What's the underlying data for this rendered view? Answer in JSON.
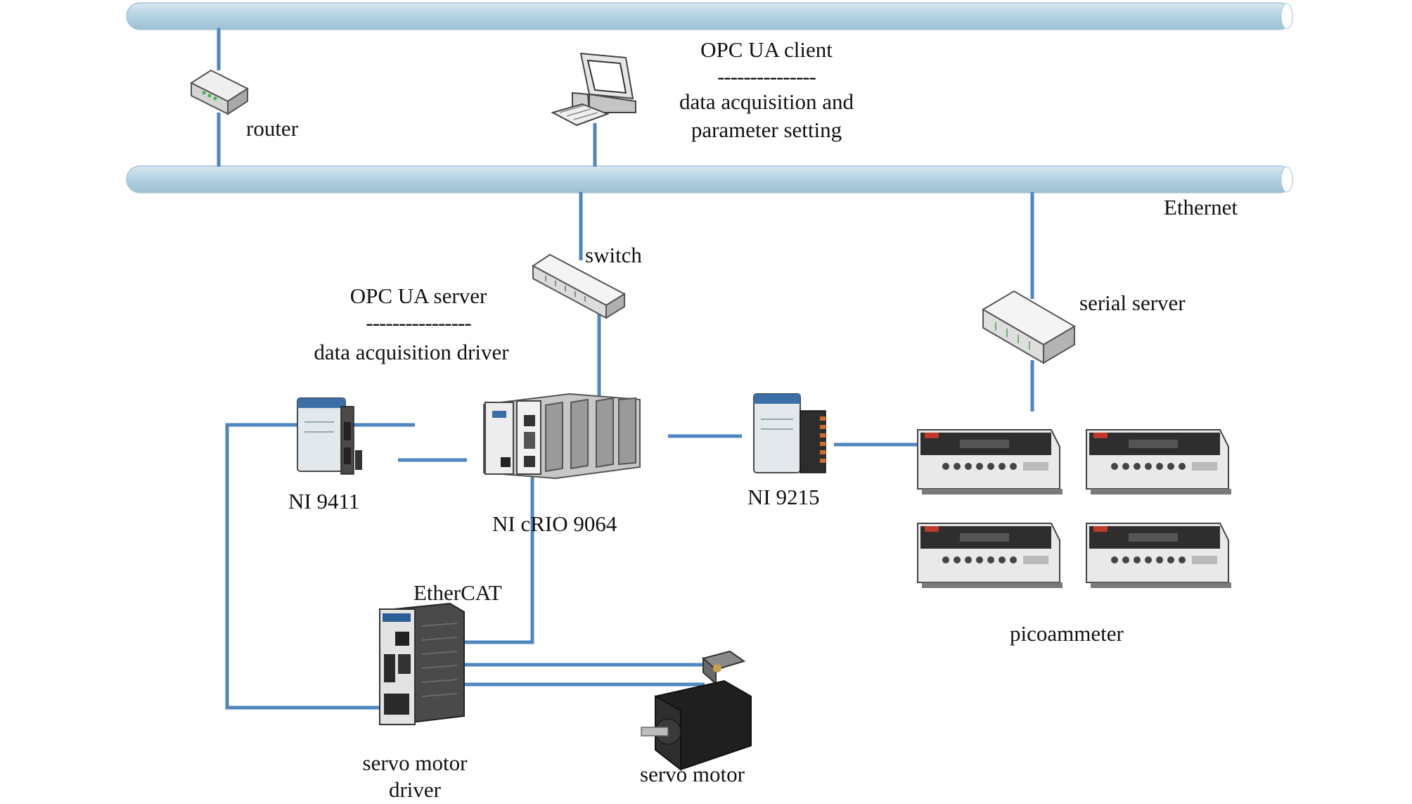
{
  "labels": {
    "router": "router",
    "opc_client_title": "OPC UA client",
    "opc_client_sep": "---------------",
    "opc_client_line1": "data acquisition and",
    "opc_client_line2": "parameter setting",
    "ethernet": "Ethernet",
    "switch": "switch",
    "opc_server_title": "OPC UA server",
    "opc_server_sep": "----------------",
    "opc_server_desc": "data acquisition driver",
    "serial_server": "serial server",
    "ni9411": "NI 9411",
    "crio": "NI cRIO 9064",
    "ni9215": "NI 9215",
    "ethercat": "EtherCAT",
    "picoammeter": "picoammeter",
    "servo_driver_line1": "servo motor",
    "servo_driver_line2": "driver",
    "servo_motor": "servo motor"
  },
  "colors": {
    "bus": "#b9d7e6",
    "line": "#4e86c0",
    "device_gray": "#d8d8d8",
    "device_dark": "#3a3a3a"
  }
}
